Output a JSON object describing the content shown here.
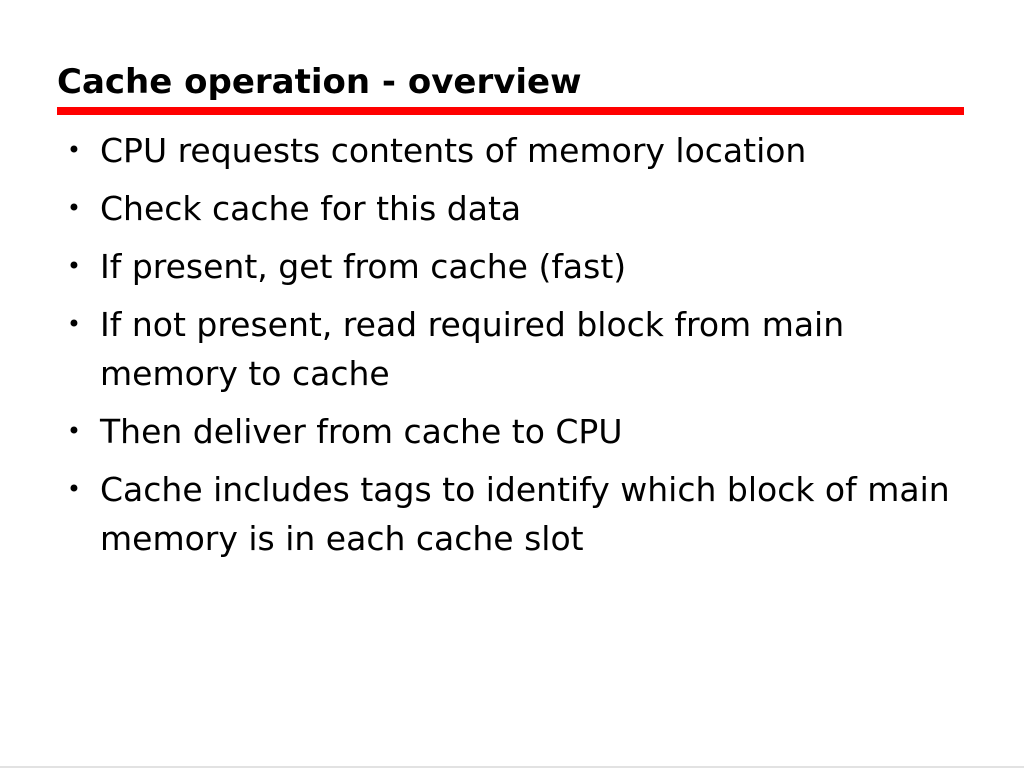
{
  "slide": {
    "title": "Cache operation - overview",
    "accent_color": "#ff0000",
    "bullet_symbol": "•",
    "bullets": [
      "CPU requests contents of memory location",
      "Check cache for this data",
      "If present, get from cache (fast)",
      "If not present, read required block from main memory to cache",
      "Then deliver from cache to CPU",
      "Cache includes tags to identify which block of main memory is in each cache slot"
    ]
  }
}
